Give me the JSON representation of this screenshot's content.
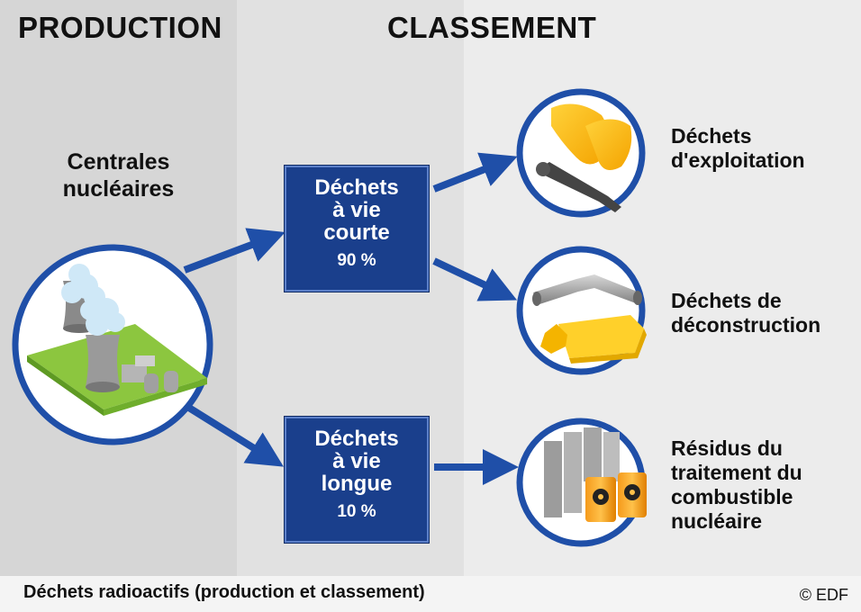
{
  "headings": {
    "production": "PRODUCTION",
    "classement": "CLASSEMENT"
  },
  "source": {
    "label": "Centrales\nnucléaires"
  },
  "waste_types": [
    {
      "title": "Déchets\nà vie\ncourte",
      "percent": "90 %"
    },
    {
      "title": "Déchets\nà vie\nlongue",
      "percent": "10 %"
    }
  ],
  "categories": [
    {
      "label": "Déchets\nd'exploitation",
      "icon": "gloves-wrench-icon"
    },
    {
      "label": "Déchets de\ndéconstruction",
      "icon": "pipe-rubble-icon"
    },
    {
      "label": "Résidus du\ntraitement du\ncombustible\nnucléaire",
      "icon": "containers-barrels-icon"
    }
  ],
  "caption": "Déchets radioactifs (production et classement)",
  "credit": "© EDF",
  "colors": {
    "box": "#1a3f8c",
    "arrow": "#1f4fa8",
    "circle_border": "#1f4fa8",
    "band_production": "#d6d6d6",
    "band_classement": "#e1e1e1"
  }
}
